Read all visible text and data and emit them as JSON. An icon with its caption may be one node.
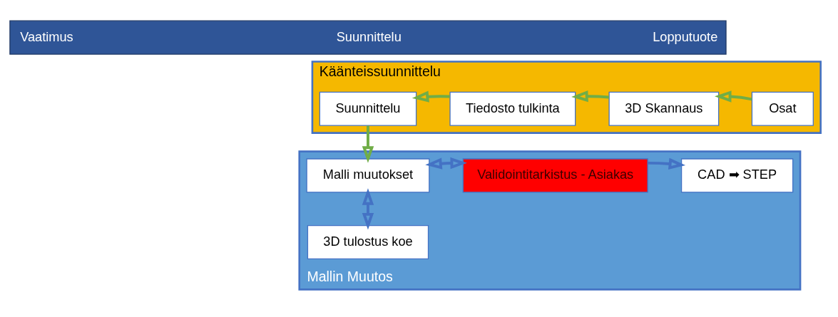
{
  "diagram": {
    "nodes": [
      {
        "text": [
          "Vaatimus",
          "Suunnittelu",
          "Lopputuote"
        ]
      },
      {
        "text": [
          "Käänteissuunnittelu"
        ]
      },
      {
        "text": [
          "Suunnittelu"
        ],
        "in": 1
      },
      {
        "text": [
          "Tiedosto tulkinta"
        ],
        "in": 1
      },
      {
        "text": [
          "3D Skannaus"
        ],
        "in": 1
      },
      {
        "text": [
          "Osat"
        ],
        "in": 1
      },
      {
        "text": [
          "Mallin Muutos"
        ]
      },
      {
        "text": [
          "Malli muutokset"
        ],
        "in": 6
      },
      {
        "text": [
          "Validointitarkistus - Asiakas"
        ],
        "in": 6
      },
      {
        "text": [
          "CAD ➡ STEP"
        ],
        "in": 6
      },
      {
        "text": [
          "3D tulostus koe"
        ],
        "in": 6
      }
    ],
    "edges": [
      {
        "from": 5,
        "to": 4,
        "arrow": "to"
      },
      {
        "from": 4,
        "to": 3,
        "arrow": "to"
      },
      {
        "from": 3,
        "to": 2,
        "arrow": "to"
      },
      {
        "from": 2,
        "to": 7,
        "arrow": "to"
      },
      {
        "from": 7,
        "to": 8,
        "arrow": "both",
        "color": "#4472c4"
      },
      {
        "from": 8,
        "to": 9,
        "arrow": "to",
        "color": "#4472c4"
      },
      {
        "from": 7,
        "to": 10,
        "arrow": "both",
        "color": "#4472c4"
      }
    ]
  }
}
